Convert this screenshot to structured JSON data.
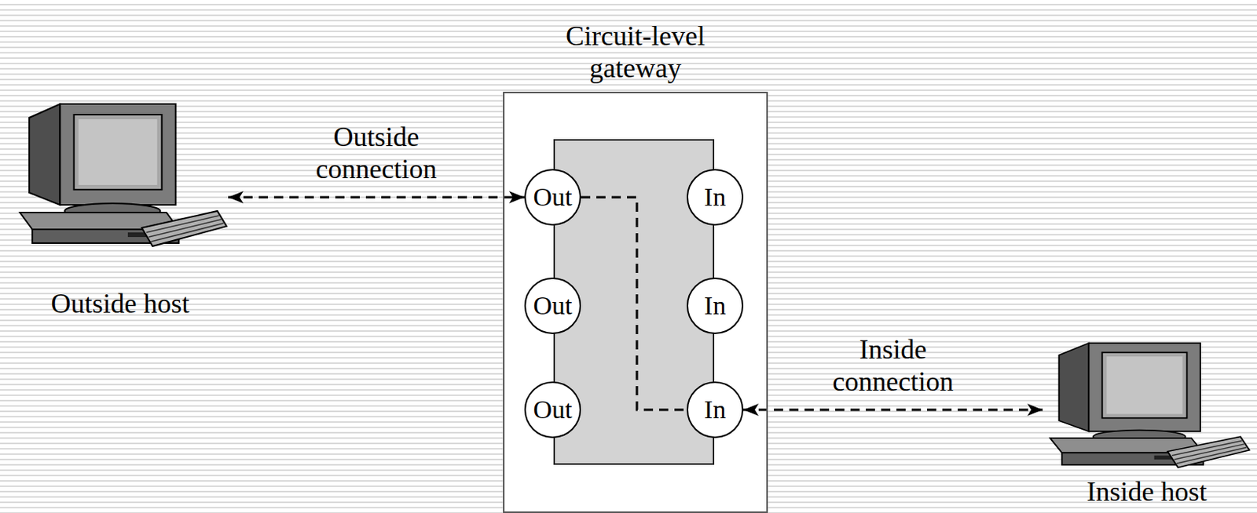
{
  "diagram": {
    "nodes": [
      {
        "text": [
          "Circuit-level gateway"
        ]
      },
      {
        "text": [
          "Out"
        ],
        "in": 0
      },
      {
        "text": [
          "Out"
        ],
        "in": 0
      },
      {
        "text": [
          "Out"
        ],
        "in": 0
      },
      {
        "text": [
          "In"
        ],
        "in": 0
      },
      {
        "text": [
          "In"
        ],
        "in": 0
      },
      {
        "text": [
          "In"
        ],
        "in": 0
      },
      {
        "text": [
          "Outside host"
        ]
      },
      {
        "text": [
          "Inside host"
        ]
      }
    ],
    "edges": [
      {
        "from": 7,
        "to": 1,
        "arrow": "both",
        "label": "Outside connection"
      },
      {
        "from": 1,
        "to": 6,
        "arrow": "none"
      },
      {
        "from": 6,
        "to": 8,
        "arrow": "both",
        "label": "Inside connection"
      }
    ]
  }
}
